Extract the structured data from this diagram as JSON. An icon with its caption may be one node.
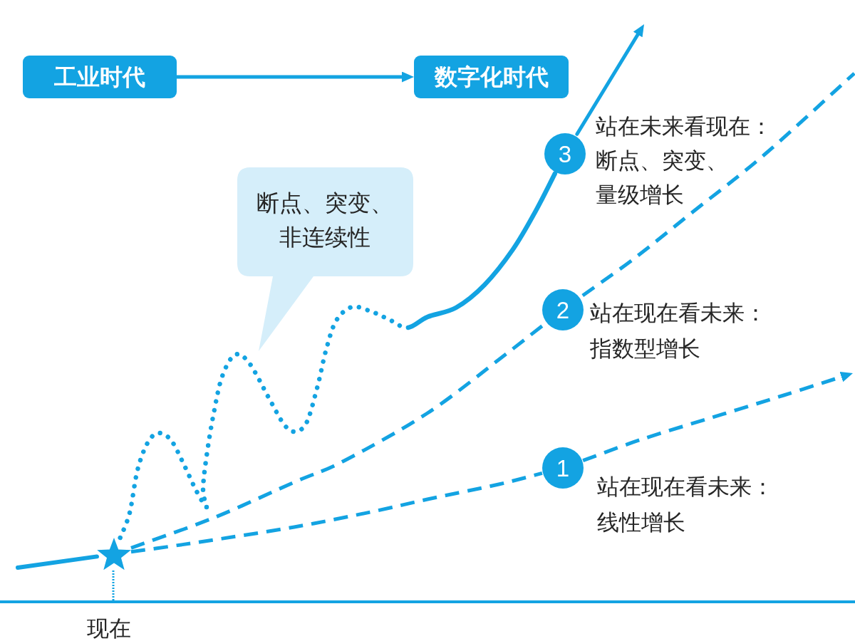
{
  "diagram": {
    "nodes": [
      {
        "text": [
          "工业时代"
        ]
      },
      {
        "text": [
          "数字化时代"
        ]
      },
      {
        "text": [
          "断点、突变、非连续性"
        ]
      },
      {
        "text": [
          "3"
        ],
        "beside": [
          "站在未来看现在：",
          "断点、突变、量级增长"
        ]
      },
      {
        "text": [
          "2"
        ],
        "beside": [
          "站在现在看未来：",
          "指数型增长"
        ]
      },
      {
        "text": [
          "1"
        ],
        "beside": [
          "站在现在看未来：",
          "线性增长"
        ]
      },
      {
        "text": [],
        "shape": "star"
      }
    ],
    "edges": [
      {
        "from": 0,
        "to": 1,
        "arrow": "to"
      },
      {
        "from": null,
        "to": 6,
        "arrow": "none"
      },
      {
        "from": 6,
        "to": 5,
        "arrow": "none",
        "style": "dashed"
      },
      {
        "from": 5,
        "to": null,
        "arrow": "to",
        "style": "dashed"
      },
      {
        "from": 6,
        "to": 4,
        "arrow": "none",
        "style": "dashed"
      },
      {
        "from": 4,
        "to": null,
        "arrow": "none",
        "style": "dashed"
      },
      {
        "from": 6,
        "to": 3,
        "arrow": "none",
        "style": "dashed"
      },
      {
        "from": 3,
        "to": null,
        "arrow": "to"
      }
    ],
    "labels": [
      "现在"
    ]
  }
}
